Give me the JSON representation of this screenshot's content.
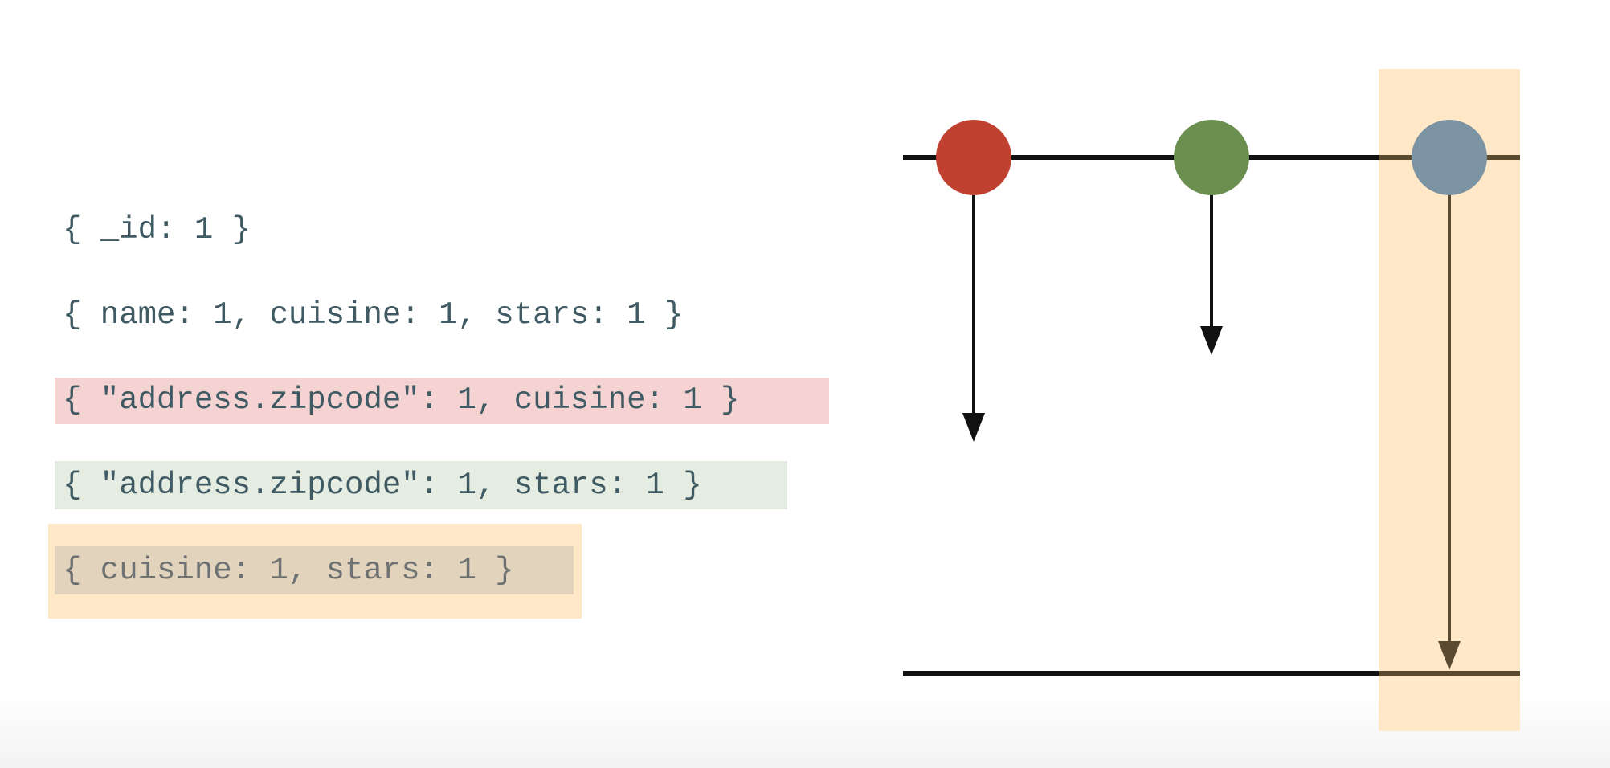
{
  "indexes": [
    {
      "text": "{ _id: 1 }",
      "highlight": "none"
    },
    {
      "text": "{ name: 1, cuisine: 1, stars: 1 }",
      "highlight": "none"
    },
    {
      "text": "{ \"address.zipcode\": 1, cuisine: 1 }",
      "highlight": "red"
    },
    {
      "text": "{ \"address.zipcode\": 1, stars: 1 }",
      "highlight": "green"
    },
    {
      "text": "{ cuisine: 1, stars: 1 }",
      "highlight": "orange"
    }
  ],
  "diagram": {
    "description_nodes": [
      {
        "color": "#c0412f",
        "highlighted": false
      },
      {
        "color": "#6b8f4e",
        "highlighted": false
      },
      {
        "color": "#7c93a3",
        "highlighted": true
      }
    ]
  },
  "colors": {
    "text": "#3f5a63",
    "red_highlight": "#f5d3d3",
    "green_highlight": "#e5ece1",
    "orange_highlight": "#ffe8c7",
    "orange_inner": "#e2d3bd",
    "line": "#111111"
  }
}
